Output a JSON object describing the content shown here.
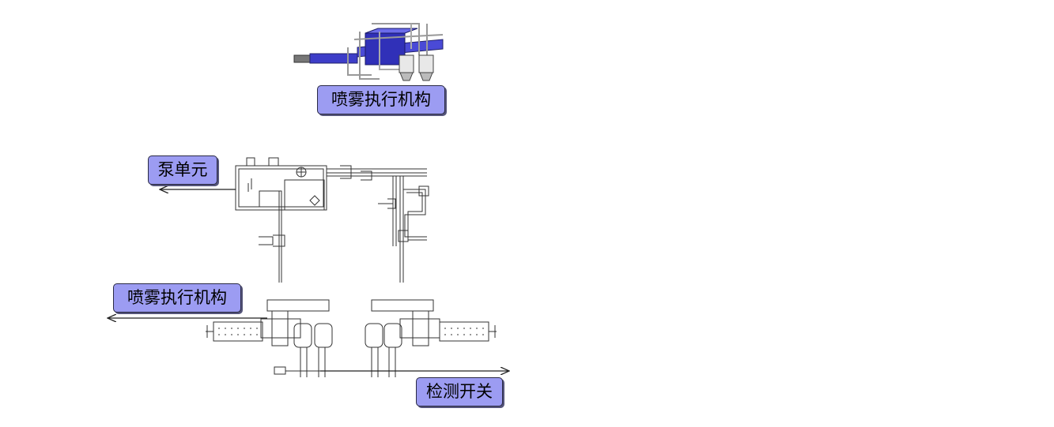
{
  "labels": {
    "top_actuator": "喷雾执行机构",
    "pump_unit": "泵单元",
    "lower_actuator": "喷雾执行机构",
    "detection_switch": "检测开关"
  },
  "colors": {
    "callout_fill": "#9c9cf2",
    "assembly_blue": "#4a4ad6",
    "line": "#333333"
  }
}
